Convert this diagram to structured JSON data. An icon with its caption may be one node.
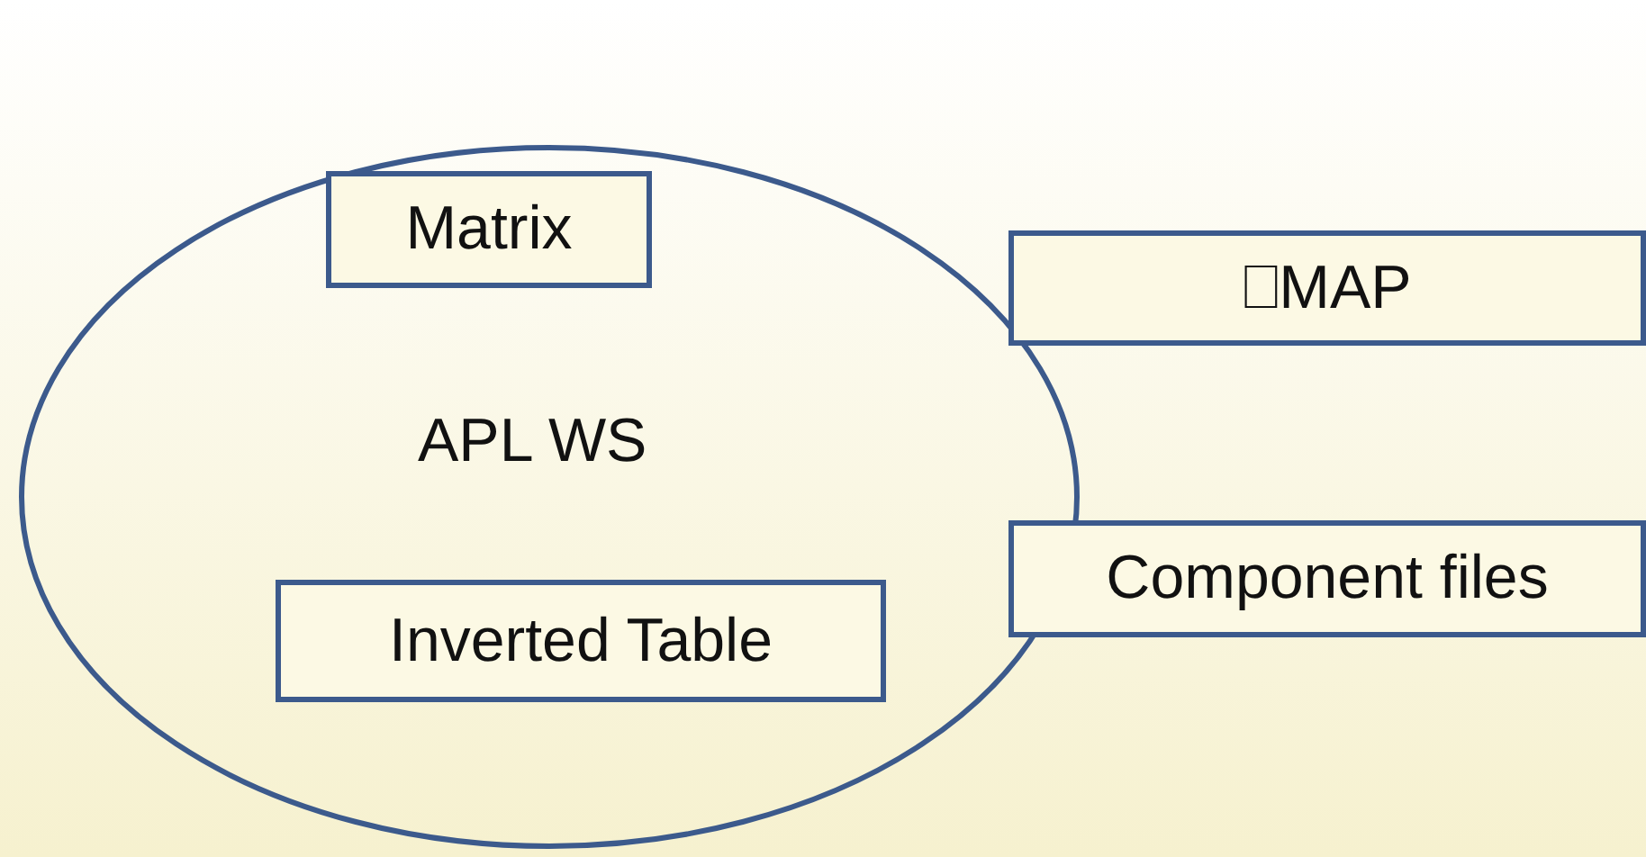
{
  "diagram": {
    "nodes": [
      {
        "text": [
          "APL WS"
        ]
      },
      {
        "text": [
          "Matrix"
        ],
        "in": 0
      },
      {
        "text": [
          "Inverted Table"
        ],
        "in": 0
      },
      {
        "text": [
          "⎕MAP"
        ]
      },
      {
        "text": [
          "Component files"
        ]
      }
    ],
    "edges": []
  }
}
